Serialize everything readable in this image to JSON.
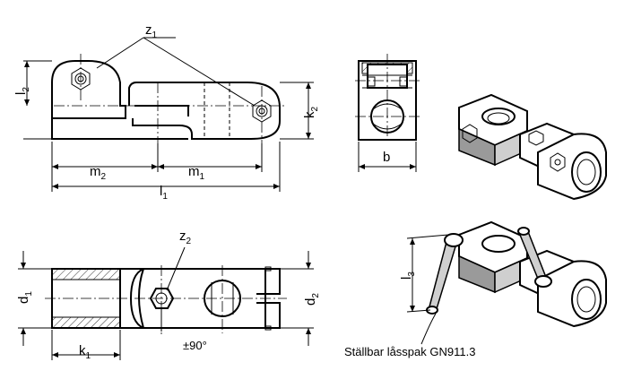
{
  "labels": {
    "z1": "z",
    "z1_sub": "1",
    "l2": "l",
    "l2_sub": "2",
    "k2": "k",
    "k2_sub": "2",
    "m2": "m",
    "m2_sub": "2",
    "m1": "m",
    "m1_sub": "1",
    "l1": "l",
    "l1_sub": "1",
    "b": "b",
    "z2": "z",
    "z2_sub": "2",
    "d1": "d",
    "d1_sub": "1",
    "d2": "d",
    "d2_sub": "2",
    "k1": "k",
    "k1_sub": "1",
    "angle": "±90°",
    "l3": "l",
    "l3_sub": "3"
  },
  "caption": "Ställbar låsspak GN911.3"
}
